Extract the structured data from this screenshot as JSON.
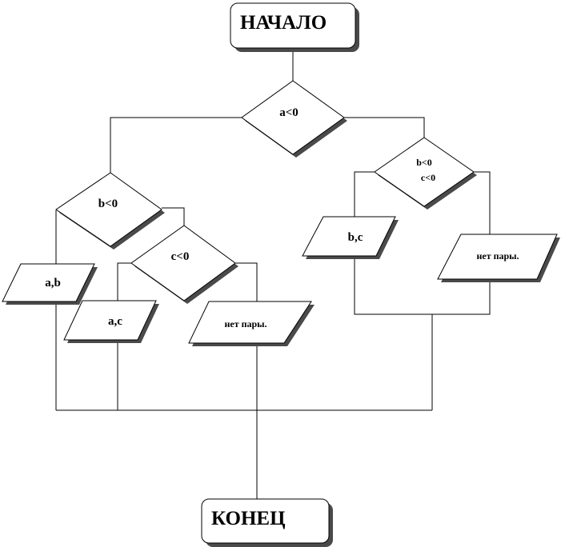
{
  "flowchart": {
    "start": "НАЧАЛО",
    "end": "КОНЕЦ",
    "conditions": {
      "a_lt_0": "a<0",
      "b_lt_0": "b<0",
      "c_lt_0": "c<0",
      "bc_lt_0_line1": "b<0",
      "bc_lt_0_line2": "c<0"
    },
    "outputs": {
      "ab": "a,b",
      "ac": "a,c",
      "bc": "b,c",
      "no_pair_left": "нет пары.",
      "no_pair_right": "нет пары."
    }
  }
}
